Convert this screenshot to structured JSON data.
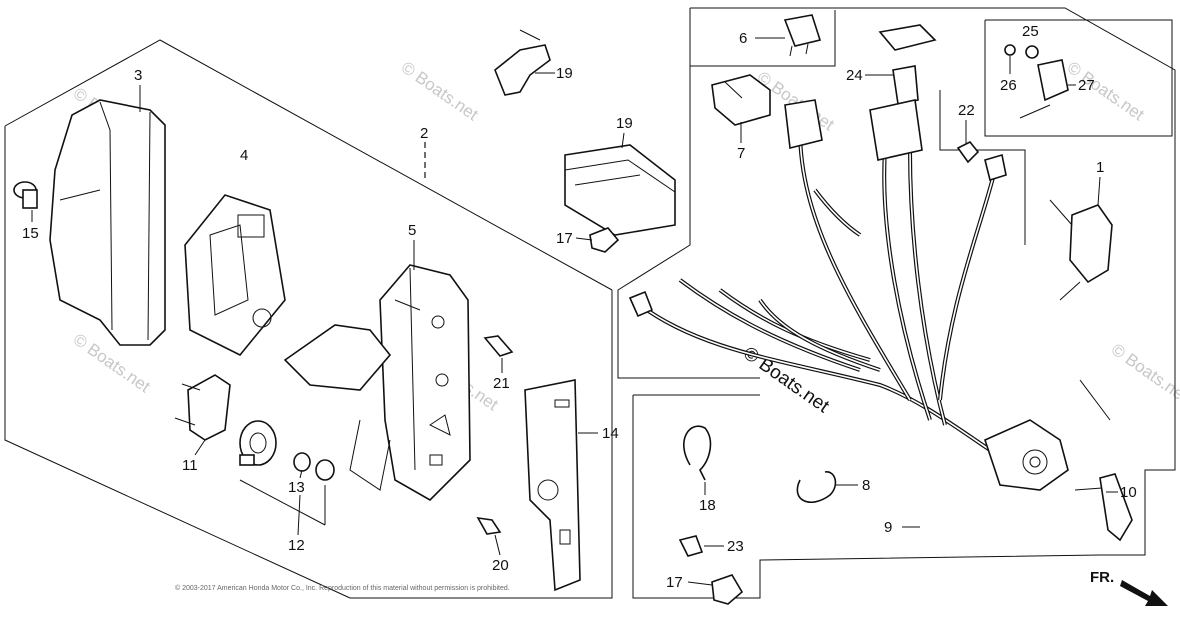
{
  "watermark": "© Boats.net",
  "center_watermark": "© Boats.net",
  "copyright_line": "© 2003-2017 American Honda Motor Co., Inc. Reproduction of this material without permission is prohibited.",
  "direction_label": "FR.",
  "callouts": {
    "c1": "1",
    "c2": "2",
    "c3": "3",
    "c4": "4",
    "c5": "5",
    "c6": "6",
    "c7": "7",
    "c8": "8",
    "c9": "9",
    "c10": "10",
    "c11": "11",
    "c12": "12",
    "c13": "13",
    "c14": "14",
    "c15": "15",
    "c17a": "17",
    "c17b": "17",
    "c18": "18",
    "c19a": "19",
    "c19b": "19",
    "c20": "20",
    "c21": "21",
    "c22": "22",
    "c23": "23",
    "c24": "24",
    "c25": "25",
    "c26": "26",
    "c27": "27"
  }
}
